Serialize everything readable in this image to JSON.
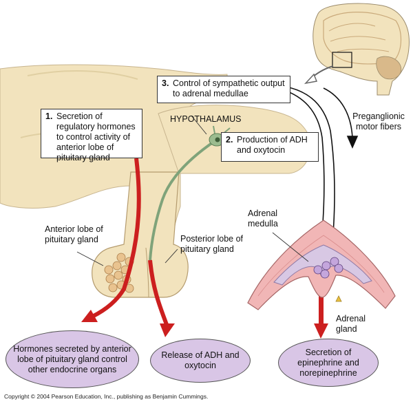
{
  "steps": [
    {
      "number": "1.",
      "text": "Secretion of regulatory hormones to control activity of anterior lobe of pituitary gland"
    },
    {
      "number": "2.",
      "text": "Production of ADH and oxytocin"
    },
    {
      "number": "3.",
      "text": "Control of sympathetic output to adrenal medullae"
    }
  ],
  "labels": {
    "hypothalamus": "HYPOTHALAMUS",
    "preganglionic": "Preganglionic motor fibers",
    "anterior_lobe": "Anterior lobe of pituitary gland",
    "posterior_lobe": "Posterior lobe of pituitary gland",
    "adrenal_medulla": "Adrenal medulla",
    "adrenal_gland": "Adrenal gland"
  },
  "outcomes": [
    "Hormones secreted by anterior lobe of pituitary gland control other endocrine organs",
    "Release of ADH and oxytocin",
    "Secretion of epinephrine and norepinephrine"
  ],
  "copyright": "Copyright © 2004 Pearson Education, Inc., publishing as Benjamin Cummings.",
  "colors": {
    "tissue": "#f2e3bd",
    "adrenal_cortex": "#f1b6b6",
    "medulla": "#d8c8e4",
    "arrow_red": "#cc1f1f",
    "neuron_green": "#7fa37a",
    "outcome_fill": "#d9c6e6"
  }
}
